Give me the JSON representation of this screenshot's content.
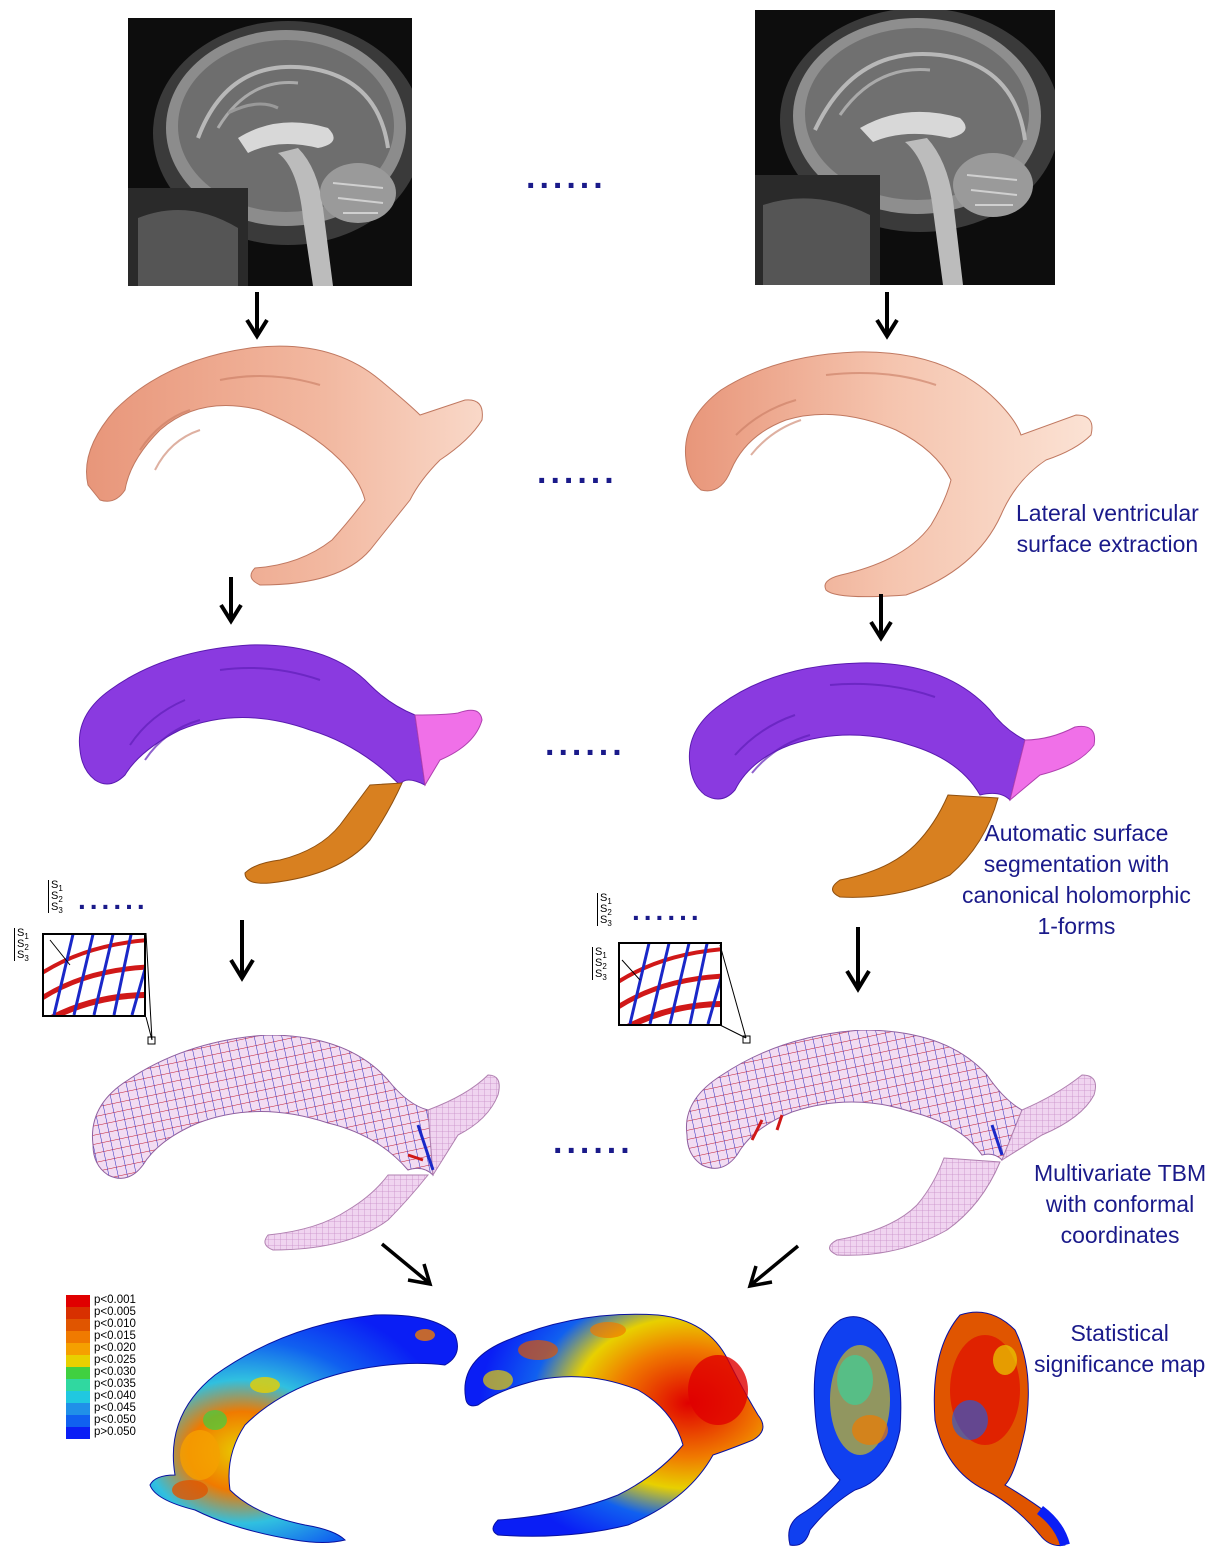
{
  "separator": "......",
  "captions": {
    "surface_extraction": [
      "Lateral ventricular",
      "surface extraction"
    ],
    "segmentation": [
      "Automatic surface",
      "segmentation with",
      "canonical holomorphic",
      "1-forms"
    ],
    "tbm": [
      "Multivariate TBM",
      "with conformal",
      "coordinates"
    ],
    "significance": [
      "Statistical",
      "significance map"
    ]
  },
  "inset_labels": {
    "s1": "S1",
    "s2": "S2",
    "s3": "S3"
  },
  "legend": {
    "entries": [
      {
        "label": "p<0.001",
        "color": "#e00000"
      },
      {
        "label": "p<0.005",
        "color": "#d83000"
      },
      {
        "label": "p<0.010",
        "color": "#e05500"
      },
      {
        "label": "p<0.015",
        "color": "#f07a00"
      },
      {
        "label": "p<0.020",
        "color": "#f5a000"
      },
      {
        "label": "p<0.025",
        "color": "#e8d000"
      },
      {
        "label": "p<0.030",
        "color": "#40d040"
      },
      {
        "label": "p<0.035",
        "color": "#30d8a0"
      },
      {
        "label": "p<0.040",
        "color": "#20c8e0"
      },
      {
        "label": "p<0.045",
        "color": "#2090e8"
      },
      {
        "label": "p<0.050",
        "color": "#1060f0"
      },
      {
        "label": "p>0.050",
        "color": "#0a1ef5"
      }
    ]
  },
  "colors": {
    "caption_text": "#1a1a8a",
    "surface_peach": "#f0b49a",
    "segment_purple": "#8a3ae0",
    "segment_pink": "#f070e8",
    "segment_orange": "#d88020",
    "grid_red": "#d01818",
    "grid_blue": "#1a28c8",
    "grid_fill": "#e8c0e8"
  }
}
